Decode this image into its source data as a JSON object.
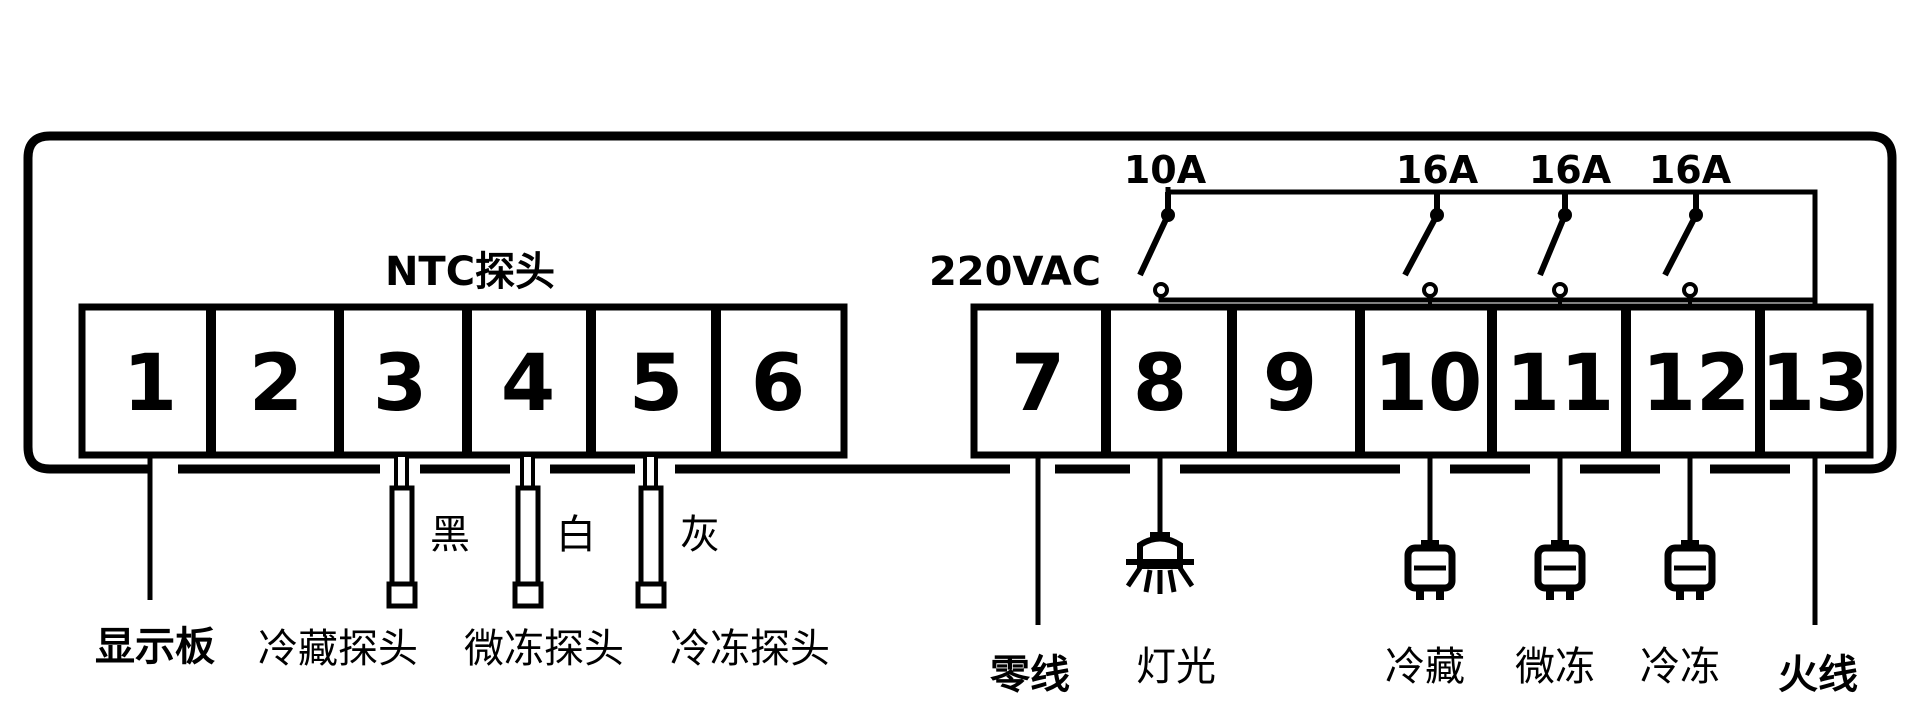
{
  "headers": {
    "ntc": "NTC探头",
    "power": "220VAC"
  },
  "terminals": [
    "1",
    "2",
    "3",
    "4",
    "5",
    "6",
    "7",
    "8",
    "9",
    "10",
    "11",
    "12",
    "13"
  ],
  "relays": {
    "r8": "10A",
    "r10": "16A",
    "r11": "16A",
    "r12": "16A"
  },
  "wire_colors": {
    "t3": "黑",
    "t4": "白",
    "t5": "灰"
  },
  "labels": {
    "t1": "显示板",
    "t3": "冷藏探头",
    "t4": "微冻探头",
    "t5": "冷冻探头",
    "t7": "零线",
    "t8": "灯光",
    "t10": "冷藏",
    "t11": "微冻",
    "t12": "冷冻",
    "t13": "火线"
  }
}
